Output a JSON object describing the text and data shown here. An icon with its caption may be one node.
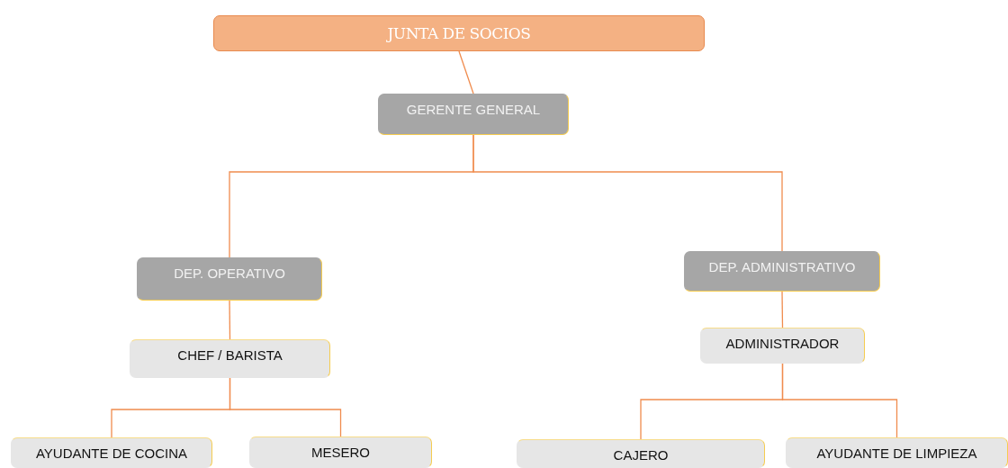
{
  "diagram": {
    "nodes": [
      {
        "text": [
          "JUNTA DE SOCIOS"
        ]
      },
      {
        "text": [
          "GERENTE GENERAL"
        ]
      },
      {
        "text": [
          "DEP. OPERATIVO"
        ]
      },
      {
        "text": [
          "DEP. ADMINISTRATIVO"
        ]
      },
      {
        "text": [
          "CHEF / BARISTA"
        ]
      },
      {
        "text": [
          "ADMINISTRADOR"
        ]
      },
      {
        "text": [
          "AYUDANTE DE COCINA"
        ]
      },
      {
        "text": [
          "MESERO"
        ]
      },
      {
        "text": [
          "CAJERO"
        ]
      },
      {
        "text": [
          "AYUDANTE DE LIMPIEZA"
        ]
      }
    ],
    "edges": [
      {
        "from": 0,
        "to": 1,
        "arrow": "none"
      },
      {
        "from": 1,
        "to": 2,
        "arrow": "none"
      },
      {
        "from": 1,
        "to": 3,
        "arrow": "none"
      },
      {
        "from": 2,
        "to": 4,
        "arrow": "none"
      },
      {
        "from": 3,
        "to": 5,
        "arrow": "none"
      },
      {
        "from": 4,
        "to": 6,
        "arrow": "none"
      },
      {
        "from": 4,
        "to": 7,
        "arrow": "none"
      },
      {
        "from": 5,
        "to": 8,
        "arrow": "none"
      },
      {
        "from": 5,
        "to": 9,
        "arrow": "none"
      }
    ]
  }
}
